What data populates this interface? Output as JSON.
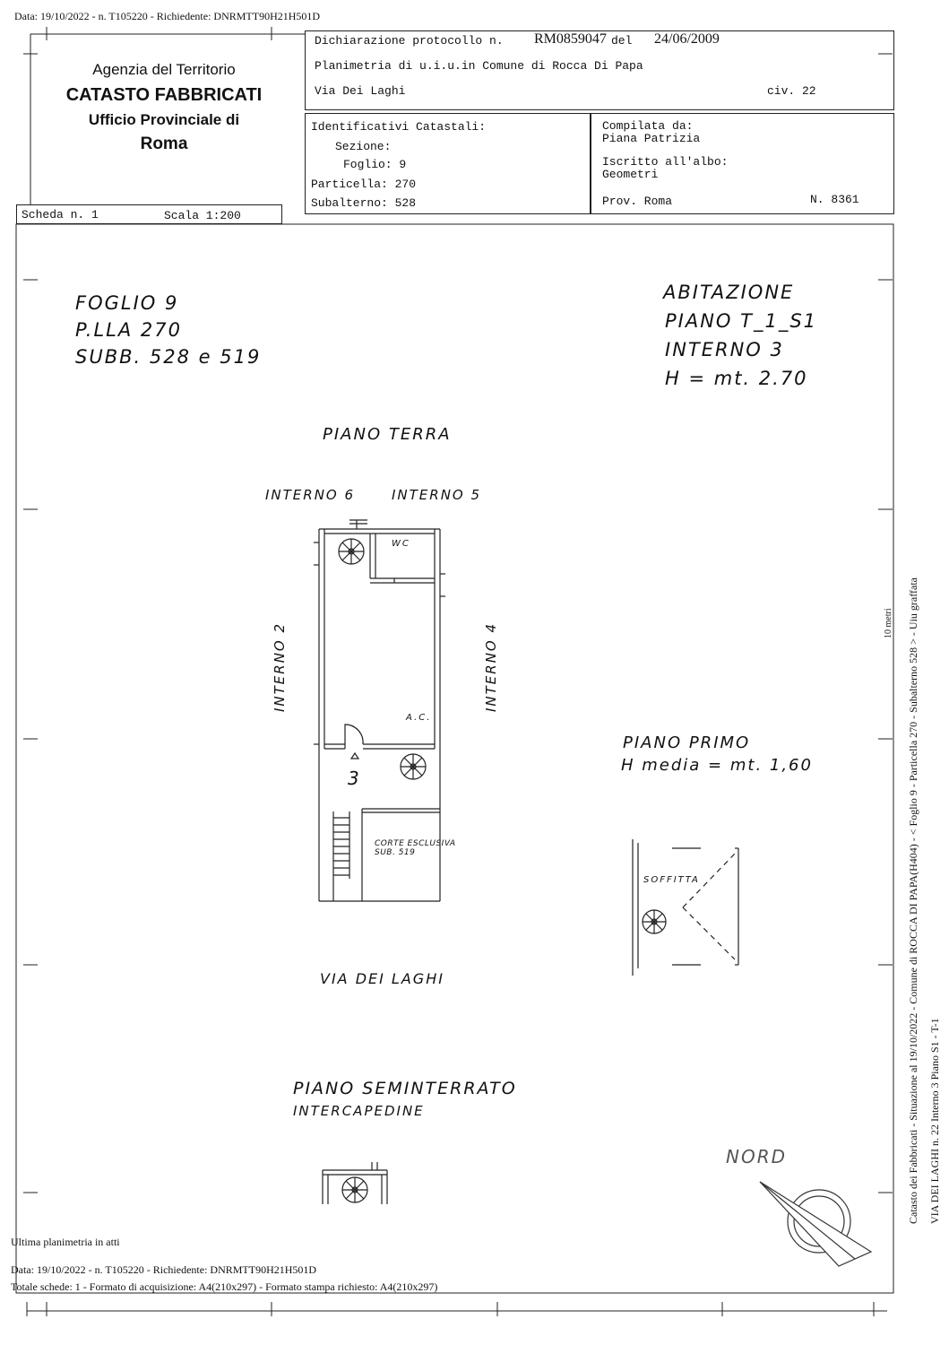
{
  "print_header": "Data: 19/10/2022 - n. T105220 - Richiedente: DNRMTT90H21H501D",
  "agency": {
    "line1": "Agenzia del Territorio",
    "line2": "CATASTO FABBRICATI",
    "line3": "Ufficio Provinciale di",
    "line4": "Roma"
  },
  "protocol": {
    "label": "Dichiarazione protocollo n.",
    "number": "RM0859047",
    "del_label": "del",
    "date": "24/06/2009",
    "plan_line": "Planimetria di u.i.u.in Comune di Rocca Di Papa",
    "street": "Via Dei Laghi",
    "civ": "civ. 22"
  },
  "identifiers": {
    "title": "Identificativi Catastali:",
    "sezione": "Sezione:",
    "foglio": "Foglio: 9",
    "particella": "Particella: 270",
    "subalterno": "Subalterno: 528"
  },
  "compiler": {
    "compilata_label": "Compilata da:",
    "name": "Piana Patrizia",
    "iscritto_label": "Iscritto all'albo:",
    "albo": "Geometri",
    "prov": "Prov. Roma",
    "number": "N.  8361"
  },
  "scheda": {
    "scheda": "Scheda n. 1",
    "scala": "Scala 1:200"
  },
  "notes_left": [
    "FOGLIO 9",
    "P.LLA 270",
    "SUBB. 528 e 519"
  ],
  "notes_right": [
    "ABITAZIONE",
    "PIANO T_1_S1",
    "INTERNO 3",
    "H = mt. 2.70"
  ],
  "plan": {
    "piano_terra": "PIANO TERRA",
    "interno6": "INTERNO 6",
    "interno5": "INTERNO 5",
    "interno2": "INTERNO 2",
    "interno4": "INTERNO 4",
    "wc": "WC",
    "ac": "A.C.",
    "unit_number": "3",
    "corte": "CORTE ESCLUSIVA",
    "corte_sub": "SUB. 519",
    "via": "VIA DEI LAGHI",
    "piano_primo": "PIANO PRIMO",
    "h_media": "H media = mt. 1,60",
    "soffitta": "SOFFITTA",
    "piano_seminterrato": "PIANO SEMINTERRATO",
    "intercapedine": "INTERCAPEDINE",
    "nord": "NORD"
  },
  "side_text_1": "Catasto dei Fabbricati - Situazione al 19/10/2022 - Comune di ROCCA DI PAPA(H404) - < Foglio 9 - Particella 270 - Subalterno 528 > - Uiu graffata",
  "side_text_2": "VIA DEI LAGHI n. 22 Interno 3 Piano S1 - T-1",
  "side_small": "10 metri",
  "footer": {
    "ultima": "Ultima planimetria in atti",
    "data": "Data: 19/10/2022 - n. T105220 - Richiedente: DNRMTT90H21H501D",
    "totale": "Totale schede: 1 - Formato di acquisizione: A4(210x297)  - Formato stampa richiesto: A4(210x297)"
  }
}
